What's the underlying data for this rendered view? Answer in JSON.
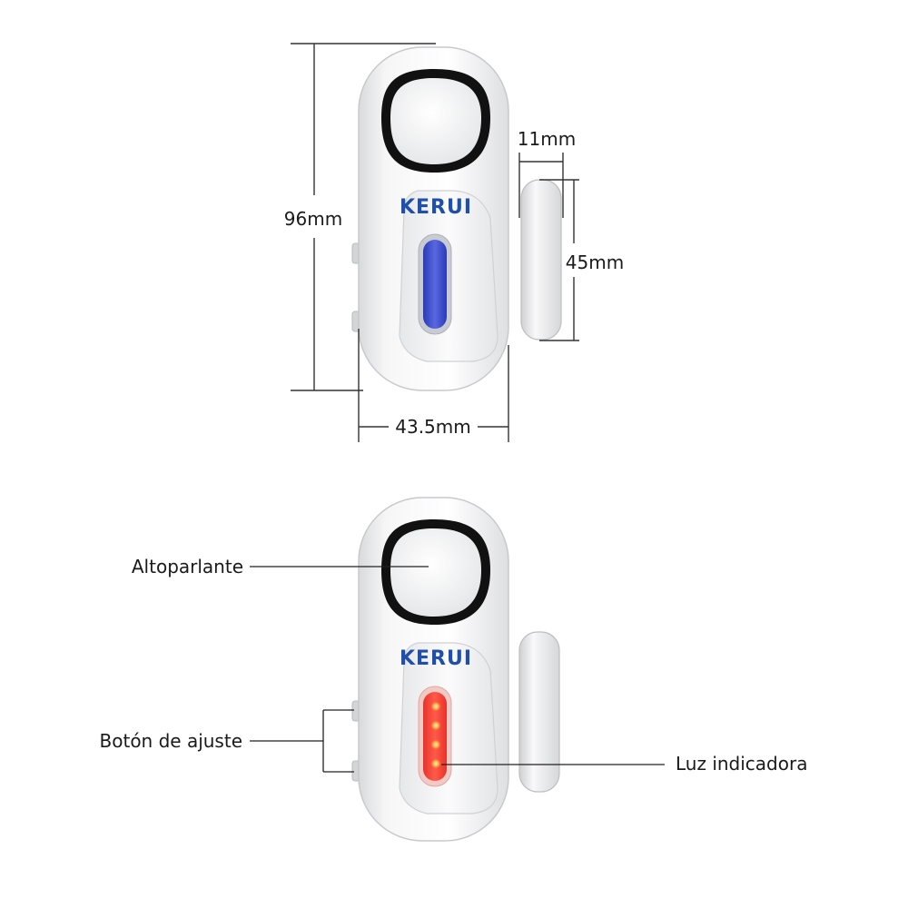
{
  "dimensions": {
    "height": "96mm",
    "width": "43.5mm",
    "magnet_width": "11mm",
    "magnet_height": "45mm"
  },
  "device": {
    "brand": "KERUI",
    "brand_color": "#1f4fa8",
    "indicator_off_color": "#3b4bd0",
    "indicator_on_color": "#ff3b30"
  },
  "callouts": {
    "speaker": "Altoparlante",
    "adjust_button": "Botón de ajuste",
    "indicator_light": "Luz indicadora"
  }
}
